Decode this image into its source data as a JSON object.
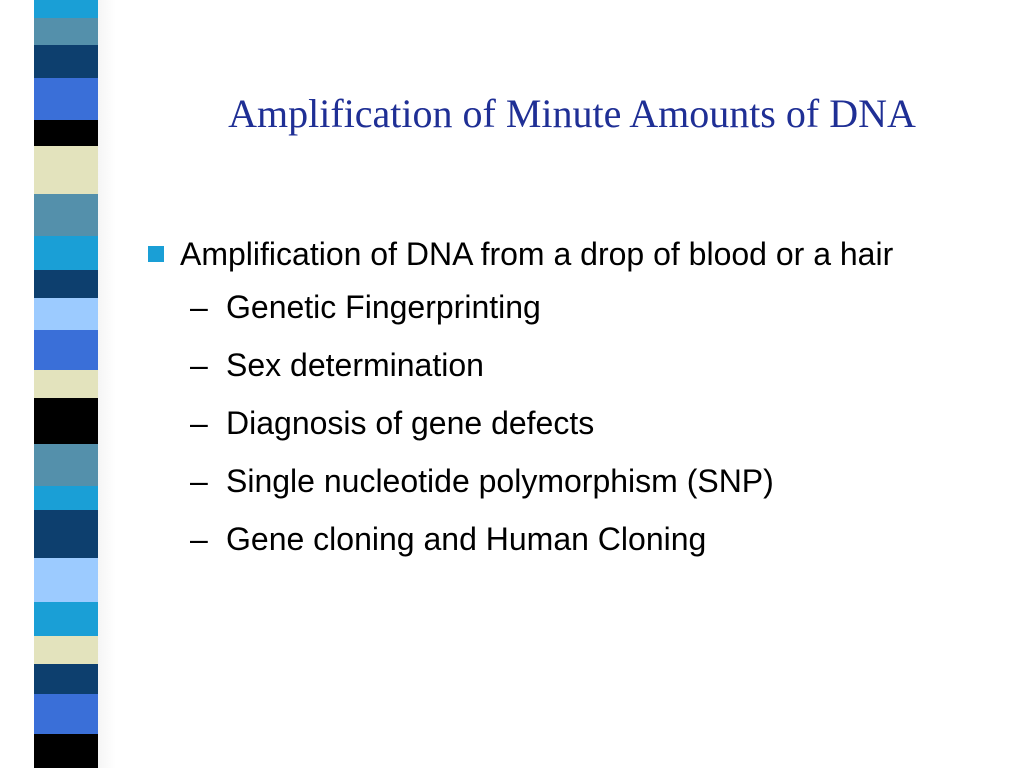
{
  "slide": {
    "title": "Amplification of Minute Amounts of DNA",
    "bullet": "Amplification of DNA from a drop of blood or a hair",
    "subbullets": [
      "Genetic Fingerprinting",
      "Sex determination",
      "Diagnosis of gene defects",
      "Single nucleotide polymorphism (SNP)",
      "Gene cloning and Human Cloning"
    ],
    "dash": "–"
  },
  "colors": {
    "title": "#1f2f95",
    "bullet": "#1a9fd6",
    "stripe": [
      "#1a9fd6",
      "#5490ab",
      "#0d3f6e",
      "#3a6fd8",
      "#000000",
      "#e3e3bd",
      "#9ccbff",
      "#000000"
    ]
  },
  "icons": {
    "bullet": "blue-square-bullet"
  }
}
